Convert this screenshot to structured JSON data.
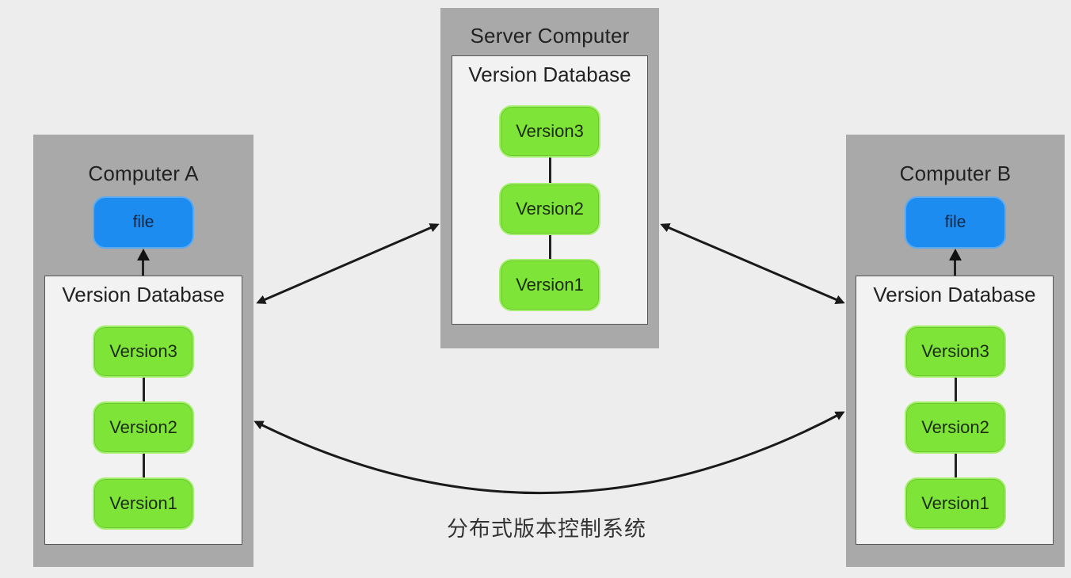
{
  "server": {
    "title": "Server Computer",
    "db_title": "Version Database",
    "versions": [
      "Version3",
      "Version2",
      "Version1"
    ]
  },
  "computer_a": {
    "title": "Computer A",
    "file_label": "file",
    "db_title": "Version Database",
    "versions": [
      "Version3",
      "Version2",
      "Version1"
    ]
  },
  "computer_b": {
    "title": "Computer B",
    "file_label": "file",
    "db_title": "Version Database",
    "versions": [
      "Version3",
      "Version2",
      "Version1"
    ]
  },
  "caption": "分布式版本控制系统",
  "colors": {
    "background": "#ededed",
    "panel": "#a9a9a9",
    "database": "#f2f2f2",
    "version_node": "#7fe438",
    "file_node": "#1d8cf0",
    "arrow": "#1a1a1a"
  }
}
